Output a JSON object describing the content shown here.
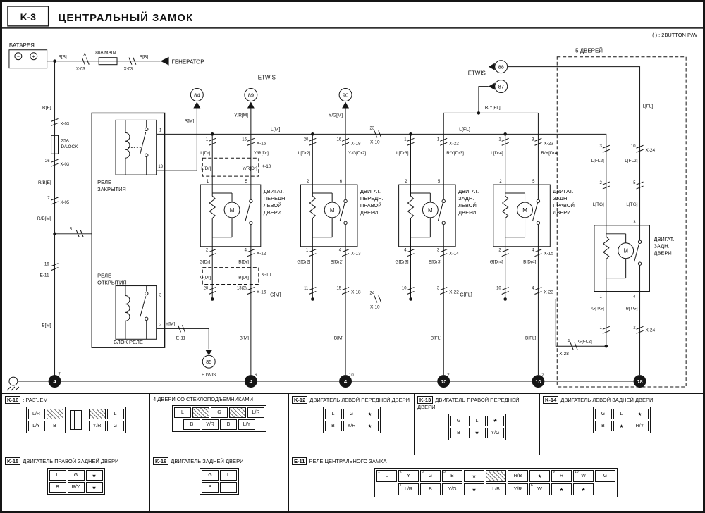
{
  "header": {
    "code": "K-3",
    "title": "ЦЕНТРАЛЬНЫЙ ЗАМОК",
    "note": "( ) : 2BUTTON P/W"
  },
  "s": {
    "battery": "БАТАРЕЯ",
    "generator": "ГЕНЕРАТОР",
    "five_doors": "5 ДВЕРЕЙ",
    "motor": "M",
    "etwis_top": "ETWIS",
    "feed": {
      "bb1": "B[B]",
      "a": "A",
      "x03a": "X-03",
      "fuse_main": "80A MAIN",
      "x03b": "X-03",
      "bb2": "B[B]",
      "re": "R[E]",
      "x03c": "X-03",
      "fuse_dlock1": "25A",
      "fuse_dlock2": "D/LOCK",
      "n26": "26",
      "x03d": "X-03",
      "rbe": "R/B[E]",
      "n7": "7",
      "x05": "X-05",
      "rbm": "R/B[M]",
      "n5": "5",
      "n16": "16",
      "e11": "E-11",
      "bm": "B[M]",
      "gp7": "7",
      "gn": "4"
    },
    "relay": {
      "block": "БЛОК РЕЛЕ",
      "close1": "РЕЛЕ",
      "close2": "ЗАКРЫТИЯ",
      "open1": "РЕЛЕ",
      "open2": "ОТКРЫТИЯ",
      "p1": "1",
      "p13": "13",
      "p3": "3",
      "p2": "2"
    },
    "top": {
      "c84": "84",
      "c89": "89",
      "c90": "90",
      "rm": "R[M]",
      "yrm": "Y/R[M]",
      "ygm": "Y/G[M]"
    },
    "right": {
      "c88": "88",
      "c87": "87",
      "etwis": "ETWIS",
      "ryfl": "R/Y[FL]",
      "lfl": "L[FL]"
    },
    "bot": {
      "c85": "85",
      "ym": "Y[M]",
      "e11": "E-11",
      "etwis": "ETWIS"
    },
    "busl": {
      "lm": "L[M]",
      "n23": "23",
      "x10": "X-10",
      "lfl": "L[FL]"
    },
    "busg": {
      "gm": "G[M]",
      "n24": "24",
      "x10": "X-10",
      "gfl": "G[FL]"
    },
    "cols": [
      {
        "l1": "ДВИГАТ.",
        "l2": "ПЕРЕДН.",
        "l3": "ЛЕВОЙ",
        "l4": "ДВЕРИ",
        "tpl": "1",
        "tpr": "16",
        "tc": "X-16",
        "wl": "L[Dr]",
        "wr": "Y/R[Dr]",
        "k10": "K-10",
        "awl": "L[Dr]",
        "awr": "Y/R[Dr]",
        "ptl": "1",
        "ptr": "5",
        "pbl": "2",
        "pbr": "4",
        "bc": "X-12",
        "bwl": "G[Dr]",
        "bwr": "B[Dr]",
        "k10b": "K-10",
        "abl": "G[Dr]",
        "abr": "B[Dr]",
        "lpl": "20",
        "lpr": "13(3)",
        "lc": "X-16",
        "dw": "B[M]",
        "gp": "6",
        "gn": "4"
      },
      {
        "l1": "ДВИГАТ.",
        "l2": "ПЕРЕДН.",
        "l3": "ПРАВОЙ",
        "l4": "ДВЕРИ",
        "tpl": "20",
        "tpr": "16",
        "tc": "X-18",
        "wl": "L[Dr2]",
        "wr": "Y/G[Dr2]",
        "ptl": "2",
        "ptr": "6",
        "pbl": "1",
        "pbr": "4",
        "bc": "X-13",
        "bwl": "G[Dr2]",
        "bwr": "B[Dr2]",
        "lpl": "11",
        "lpr": "15",
        "lc": "X-18",
        "dw": "B[M]",
        "gp": "10",
        "gn": "4"
      },
      {
        "l1": "ДВИГАТ.",
        "l2": "ЗАДН.",
        "l3": "ЛЕВОЙ",
        "l4": "ДВЕРИ",
        "tpl": "1",
        "tpr": "1",
        "tc": "X-22",
        "wl": "L[Dr3]",
        "wr": "R/Y[Dr3]",
        "ptl": "2",
        "ptr": "5",
        "pbl": "4",
        "pbr": "3",
        "bc": "X-14",
        "bwl": "G[Dr3]",
        "bwr": "B[Dr3]",
        "lpl": "10",
        "lpr": "3",
        "lc": "X-22",
        "dw": "B[FL]",
        "gp": "2",
        "gn": "10"
      },
      {
        "l1": "ДВИГАТ.",
        "l2": "ЗАДН.",
        "l3": "ПРАВОЙ",
        "l4": "ДВЕРИ",
        "tpl": "1",
        "tpr": "3",
        "tc": "X-23",
        "wl": "L[Dr4]",
        "wr": "R/Y[Dr4]",
        "ptl": "2",
        "ptr": "5",
        "pbl": "2",
        "pbr": "4",
        "bc": "X-15",
        "bwl": "G[Dr4]",
        "bwr": "B[Dr4]",
        "lpl": "10",
        "lpr": "4",
        "lc": "X-23",
        "dw": "B[FL]",
        "gp": "2",
        "gn": "10"
      }
    ],
    "tg": {
      "l1": "ДВИГАТ.",
      "l2": "ЗАДН.",
      "l3": "ДВЕРИ",
      "tpl": "3",
      "tpr": "10",
      "tc": "X-24",
      "wl": "L[FL2]",
      "wr": "L[FL2]",
      "mpl": "2",
      "mpr": "5",
      "wl2": "L[TG]",
      "wr2": "L[TG]",
      "pt": "3",
      "pbl": "1",
      "pbr": "4",
      "bwl": "G[TG]",
      "bwr": "B[TG]",
      "lpl": "1",
      "lpr": "2",
      "lc": "X-24",
      "n4": "4",
      "x28": "X-28",
      "gfl2": "G[FL2]",
      "gn": "18"
    }
  },
  "panel": {
    "s1": {
      "code": "K-10",
      "title": ": РАЗЪЕМ",
      "blockA": [
        [
          "L/R",
          "#"
        ],
        [
          "L/Y",
          "B"
        ]
      ],
      "blockB": [
        [
          "#",
          "L"
        ],
        [
          "Y/R",
          "G"
        ]
      ]
    },
    "s2": {
      "title": "4 ДВЕРИ СО СТЕКЛОПОДЪЕМНИКАМИ",
      "rows": [
        [
          "L",
          "#",
          "G",
          "#",
          "L/R"
        ],
        [
          "B",
          "Y/R",
          "B",
          "L/Y"
        ]
      ]
    },
    "s3": {
      "code": "K-12",
      "title": "ДВИГАТЕЛЬ ЛЕВОЙ ПЕРЕДНЕЙ ДВЕРИ",
      "rows": [
        [
          "L",
          "G",
          "★"
        ],
        [
          "B",
          "Y/R",
          "★"
        ]
      ]
    },
    "s4": {
      "code": "K-13",
      "title": "ДВИГАТЕЛЬ ПРАВОЙ ПЕРЕДНЕЙ ДВЕРИ",
      "rows": [
        [
          "G",
          "L",
          "★"
        ],
        [
          "B",
          "★",
          "Y/G"
        ]
      ]
    },
    "s5": {
      "code": "K-14",
      "title": "ДВИГАТЕЛЬ ЛЕВОЙ ЗАДНЕЙ ДВЕРИ",
      "rows": [
        [
          "G",
          "L",
          "★"
        ],
        [
          "B",
          "★",
          "R/Y"
        ]
      ]
    },
    "s6": {
      "code": "K-15",
      "title": "ДВИГАТЕЛЬ ПРАВОЙ ЗАДНЕЙ ДВЕРИ",
      "rows": [
        [
          "L",
          "G",
          "★"
        ],
        [
          "B",
          "R/Y",
          "★"
        ]
      ]
    },
    "s7": {
      "code": "K-16",
      "title": "ДВИГАТЕЛЬ ЗАДНЕЙ ДВЕРИ",
      "rows": [
        [
          "G",
          "L"
        ],
        [
          "B",
          ""
        ]
      ]
    },
    "s8": {
      "code": "E-11",
      "title": "РЕЛЕ ЦЕНТРАЛЬНОГО ЗАМКА",
      "rows": [
        [
          {
            "n": "1",
            "c": "L"
          },
          {
            "n": "2",
            "c": "Y"
          },
          {
            "n": "3",
            "c": "G"
          },
          {
            "n": "5",
            "c": "B"
          },
          {
            "n": "",
            "c": "★"
          },
          {
            "n": "",
            "c": "#"
          },
          {
            "n": "",
            "c": "R/B"
          },
          {
            "n": "",
            "c": "★"
          },
          {
            "n": "9",
            "c": "R"
          },
          {
            "n": "10",
            "c": "W"
          },
          {
            "n": "",
            "c": "G"
          }
        ],
        [
          {
            "n": "1",
            "c": "L/R"
          },
          {
            "n": "",
            "c": "B"
          },
          {
            "n": "",
            "c": "Y/G"
          },
          {
            "n": "",
            "c": "★"
          },
          {
            "n": "",
            "c": "L/B"
          },
          {
            "n": "",
            "c": "Y/R"
          },
          {
            "n": "6",
            "c": "W"
          },
          {
            "n": "",
            "c": "★"
          },
          {
            "n": "",
            "c": "★"
          }
        ]
      ]
    }
  }
}
